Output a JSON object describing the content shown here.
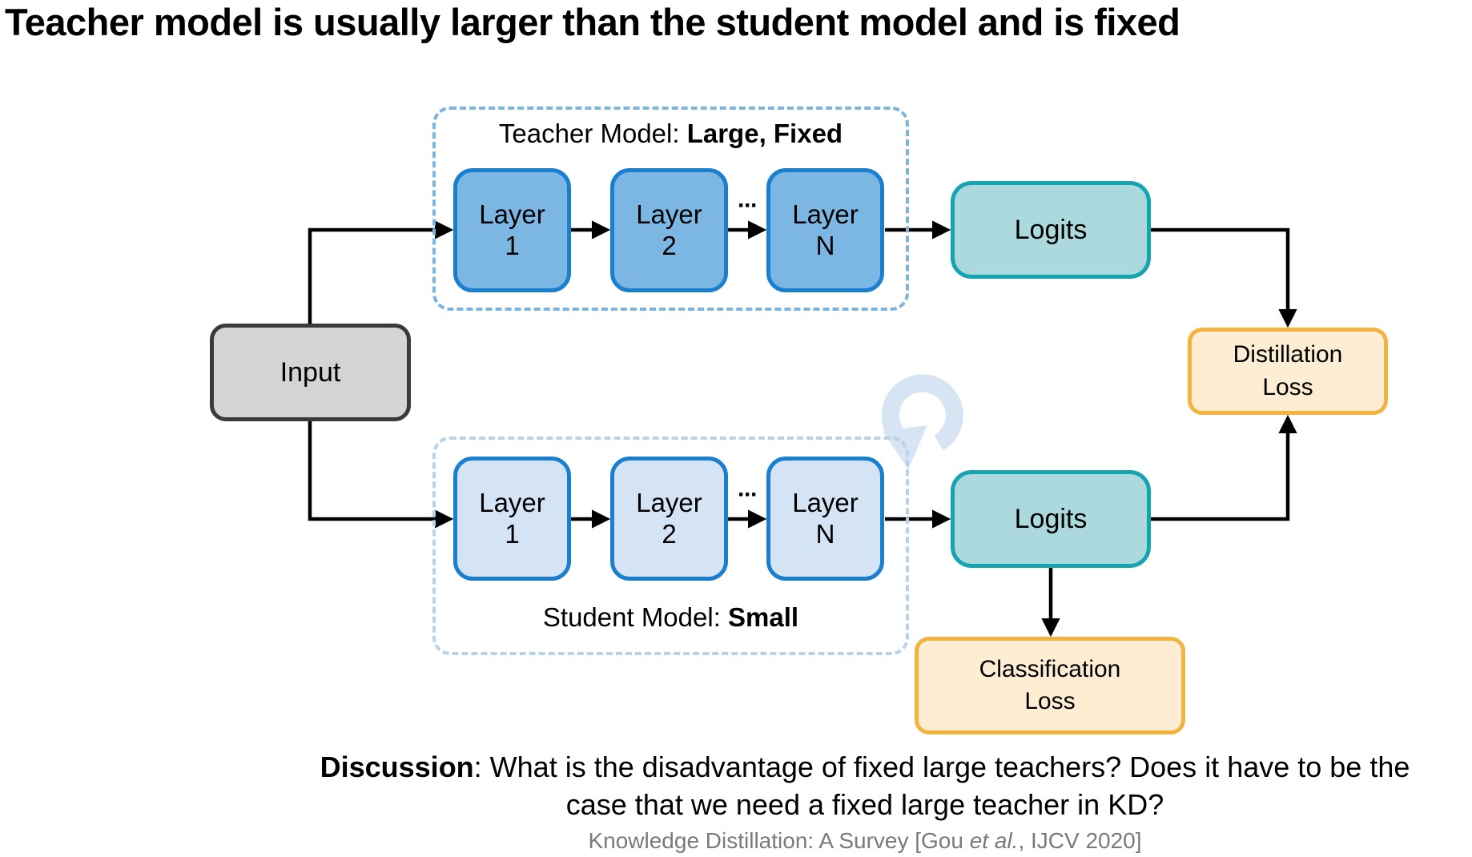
{
  "title": "Teacher model is usually larger than the student model and is fixed",
  "diagram": {
    "input": {
      "label": "Input"
    },
    "teacher": {
      "title_prefix": "Teacher Model: ",
      "title_emphasis": "Large, Fixed",
      "layers": [
        {
          "name": "Layer",
          "index": "1"
        },
        {
          "name": "Layer",
          "index": "2"
        },
        {
          "name": "Layer",
          "index": "N"
        }
      ],
      "ellipsis": "···",
      "logits_label": "Logits"
    },
    "student": {
      "title_prefix": "Student Model: ",
      "title_emphasis": "Small",
      "layers": [
        {
          "name": "Layer",
          "index": "1"
        },
        {
          "name": "Layer",
          "index": "2"
        },
        {
          "name": "Layer",
          "index": "N"
        }
      ],
      "ellipsis": "···",
      "logits_label": "Logits"
    },
    "losses": {
      "distillation": {
        "line1": "Distillation",
        "line2": "Loss"
      },
      "classification": {
        "line1": "Classification",
        "line2": "Loss"
      }
    }
  },
  "discussion": {
    "lead": "Discussion",
    "line1_rest": ": What is the disadvantage of fixed large teachers? Does it have to be the",
    "line2": "case that we need a fixed large teacher in KD?"
  },
  "citation": {
    "prefix": "Knowledge Distillation: A Survey [Gou ",
    "emphasis": "et al.",
    "suffix": ", IJCV 2020]"
  },
  "colors": {
    "teacher_layer_fill": "#7cb6e3",
    "student_layer_fill": "#d4e4f5",
    "layer_border": "#1b7fd0",
    "teacher_outline": "#7db4de",
    "student_outline": "#b9d2ea",
    "logits_fill": "#abd9dd",
    "logits_border": "#16a3b2",
    "loss_fill": "#fdeed3",
    "loss_border": "#f2b43e",
    "input_fill": "#d4d4d4",
    "input_border": "#3a3a3a",
    "arrow": "#000000",
    "loop_icon": "#d6e4f4",
    "citation_text": "#7a7a7a"
  }
}
